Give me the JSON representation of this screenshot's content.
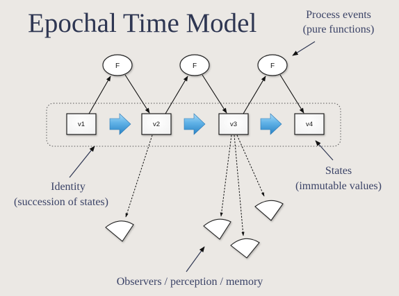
{
  "title": "Epochal Time Model",
  "labels": {
    "process_events_line1": "Process events",
    "process_events_line2": "(pure functions)",
    "identity_line1": "Identity",
    "identity_line2": "(succession of states)",
    "states_line1": "States",
    "states_line2": "(immutable values)",
    "observers": "Observers / perception / memory"
  },
  "functions": [
    "F",
    "F",
    "F"
  ],
  "states": [
    "v1",
    "v2",
    "v3",
    "v4"
  ],
  "colors": {
    "background": "#ebe8e4",
    "title": "#2e3652",
    "label": "#3a4266",
    "arrow_fill_top": "#9fd4f5",
    "arrow_fill_bottom": "#2c88c9",
    "box_fill": "#ffffff",
    "stroke": "#111111"
  },
  "icons": {
    "flow_arrow": "blue-right-arrow-icon",
    "observer": "wedge-observer-icon"
  }
}
